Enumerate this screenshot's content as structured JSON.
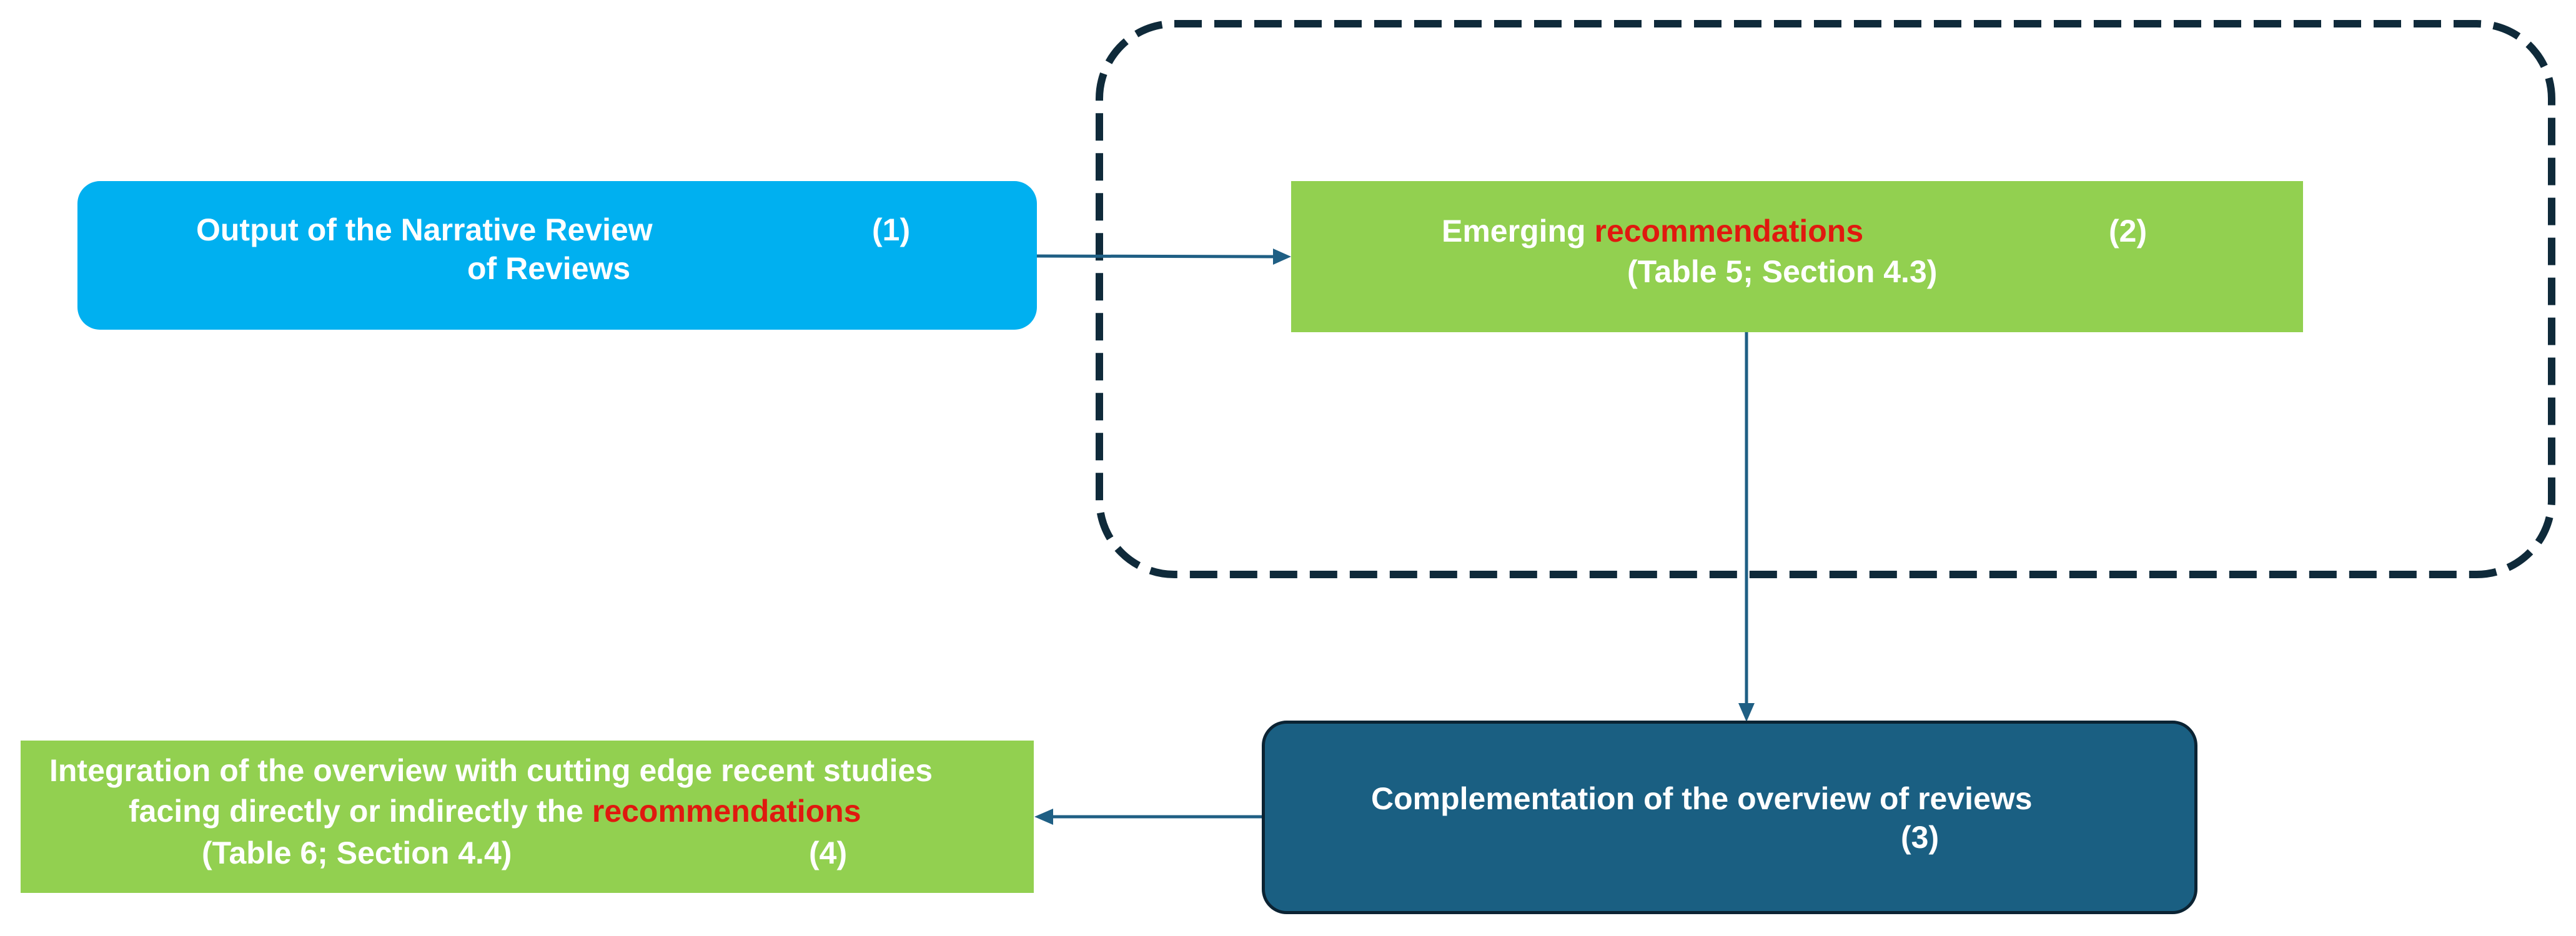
{
  "diagram": {
    "box1": {
      "line1": "Output of the Narrative Review",
      "line2": "of Reviews",
      "number": "(1)"
    },
    "box2": {
      "prefix": "Emerging ",
      "highlight": "recommendations",
      "line2": "(Table 5; Section 4.3)",
      "number": "(2)"
    },
    "box3": {
      "line1": "Complementation of the overview of reviews",
      "number": "(3)"
    },
    "box4": {
      "line1": "Integration of the overview with cutting edge recent studies",
      "line2_prefix": "facing directly or indirectly the ",
      "line2_highlight": "recommendations",
      "line3": "(Table 6; Section 4.4)",
      "number": "(4)"
    }
  },
  "colors": {
    "blue_box": "#00b0f0",
    "green_box": "#92d050",
    "dark_box": "#1a5f82",
    "dashed_border": "#0f2a3a",
    "arrow": "#1f5f84",
    "highlight_text": "#e0190f"
  }
}
